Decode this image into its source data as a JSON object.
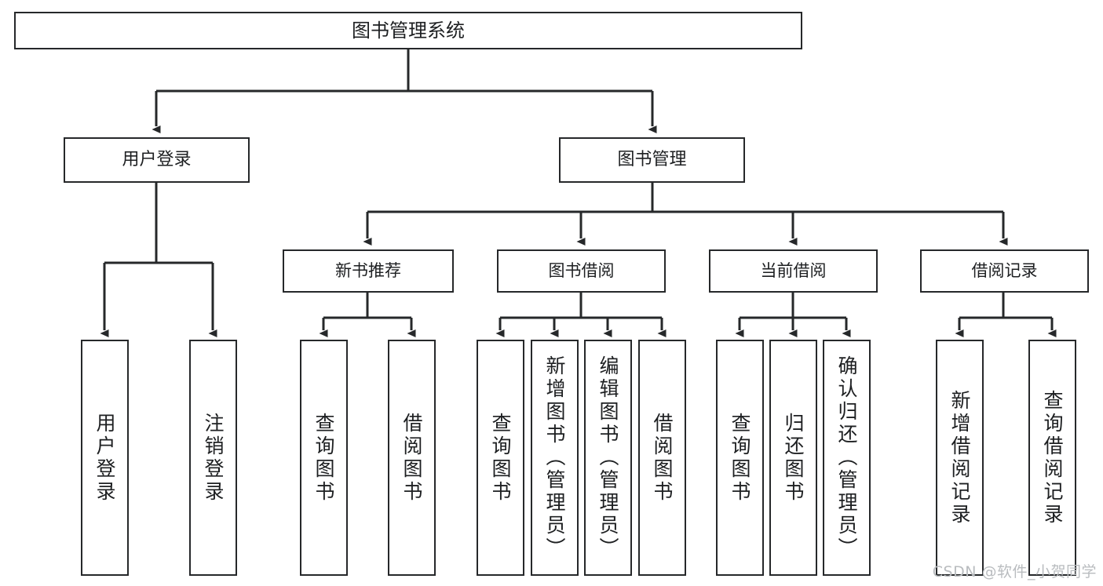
{
  "diagram": {
    "title": "图书管理系统",
    "type": "tree-hierarchy",
    "watermark": "CSDN @软件_小贺同学",
    "colors": {
      "stroke": "#26282a",
      "fill": "#ffffff",
      "text": "#1d1f21",
      "watermark": "#b9bcbf"
    },
    "root": {
      "label": "图书管理系统"
    },
    "level1": [
      {
        "label": "用户登录"
      },
      {
        "label": "图书管理"
      }
    ],
    "level2": [
      {
        "label": "新书推荐"
      },
      {
        "label": "图书借阅"
      },
      {
        "label": "当前借阅"
      },
      {
        "label": "借阅记录"
      }
    ],
    "leaves": {
      "user_login": [
        {
          "label": "用户登录"
        },
        {
          "label": "注销登录"
        }
      ],
      "new_book_recommend": [
        {
          "label": "查询图书"
        },
        {
          "label": "借阅图书"
        }
      ],
      "book_borrow": [
        {
          "label": "查询图书"
        },
        {
          "label": "新增图书（管理员）"
        },
        {
          "label": "编辑图书（管理员）"
        },
        {
          "label": "借阅图书"
        }
      ],
      "current_borrow": [
        {
          "label": "查询图书"
        },
        {
          "label": "归还图书"
        },
        {
          "label": "确认归还（管理员）"
        }
      ],
      "borrow_records": [
        {
          "label": "新增借阅记录"
        },
        {
          "label": "查询借阅记录"
        }
      ]
    }
  }
}
